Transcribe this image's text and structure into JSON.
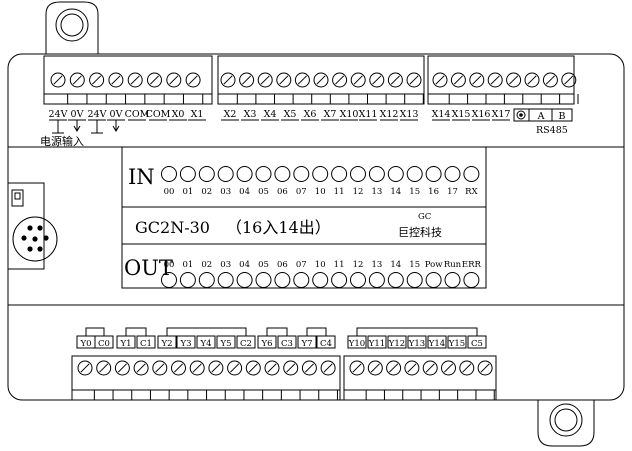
{
  "device": {
    "model_label": "GC2N-30",
    "io_desc": "（16入14出）",
    "brand_line1": "GC",
    "brand_line2": "巨控科技"
  },
  "top_terminals": {
    "labels": [
      "24V",
      "0V",
      "24V",
      "0V",
      "COM",
      "COM",
      "X0",
      "X1",
      "X2",
      "X3",
      "X4",
      "X5",
      "X6",
      "X7",
      "X10",
      "X11",
      "X12",
      "X13",
      "X14",
      "X15",
      "X16",
      "X17",
      "A",
      "B"
    ],
    "power_input_label": "电源输入",
    "rs485_label": "RS485"
  },
  "in_panel": {
    "title": "IN",
    "labels": [
      "00",
      "01",
      "02",
      "03",
      "04",
      "05",
      "06",
      "07",
      "10",
      "11",
      "12",
      "13",
      "14",
      "15",
      "16",
      "17",
      "RX"
    ]
  },
  "out_panel": {
    "title": "OUT",
    "labels": [
      "00",
      "01",
      "02",
      "03",
      "04",
      "05",
      "06",
      "07",
      "10",
      "11",
      "12",
      "13",
      "14",
      "15",
      "Pow",
      "Run",
      "ERR"
    ]
  },
  "bottom_terminals": {
    "labels": [
      "Y0",
      "C0",
      "Y1",
      "C1",
      "Y2",
      "Y3",
      "Y4",
      "Y5",
      "C2",
      "Y6",
      "C3",
      "Y7",
      "C4",
      "Y10",
      "Y11",
      "Y12",
      "Y13",
      "Y14",
      "Y15",
      "C5"
    ]
  }
}
